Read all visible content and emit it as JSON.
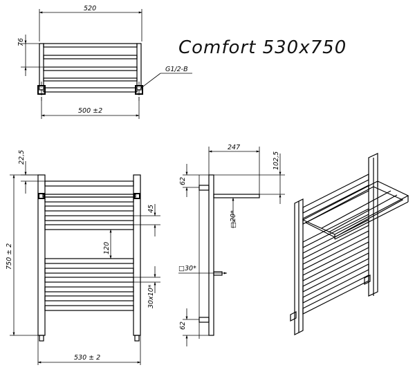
{
  "title": "Comfort 530x750",
  "top_view": {
    "width_label": "520",
    "depth_label": "76",
    "connection_label": "G1/2-B",
    "center_distance_label": "500 ±2"
  },
  "front_view": {
    "top_offset_label": "22,5",
    "height_label": "750 ± 2",
    "bar_spacing_label": "45",
    "gap_label": "120",
    "bar_section_label": "30x10*",
    "width_label": "530 ± 2"
  },
  "side_view": {
    "depth_label": "247",
    "shelf_height_label": "102,5",
    "top_conn_label": "62",
    "bottom_conn_label": "62",
    "shelf_profile_label": "□20*",
    "post_profile_label": "□30*"
  }
}
